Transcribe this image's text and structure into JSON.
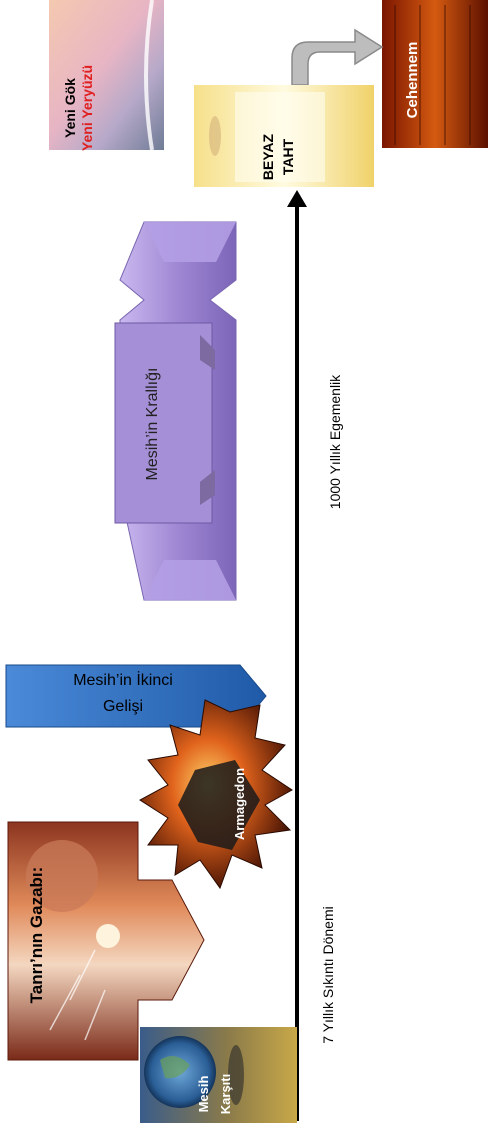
{
  "heaven": {
    "line1": "Yeni Gök",
    "line2": "Yeni Yeryüzü"
  },
  "hell": {
    "label": "Cehennem"
  },
  "throne": {
    "line1": "BEYAZ",
    "line2": "TAHT"
  },
  "kingdom": {
    "label": "Mesih’in Krallığı"
  },
  "millennium": {
    "label": "1000 Yıllık Egemenlik"
  },
  "second_coming": {
    "line1": "Mesih’in İkinci",
    "line2": "Gelişi"
  },
  "armageddon": {
    "label": "Armagedon"
  },
  "wrath": {
    "label": "Tanrı’nın Gazabı:"
  },
  "antichrist": {
    "line1": "Mesih",
    "line2": "Karşıtı"
  },
  "tribulation": {
    "label": "7 Yıllık Sıkıntı Dönemi"
  },
  "colors": {
    "kingdom_purple": "#a58fd6",
    "second_coming_blue": "#2e6fc0",
    "yeni_yeryuzu_red": "#e02020"
  }
}
